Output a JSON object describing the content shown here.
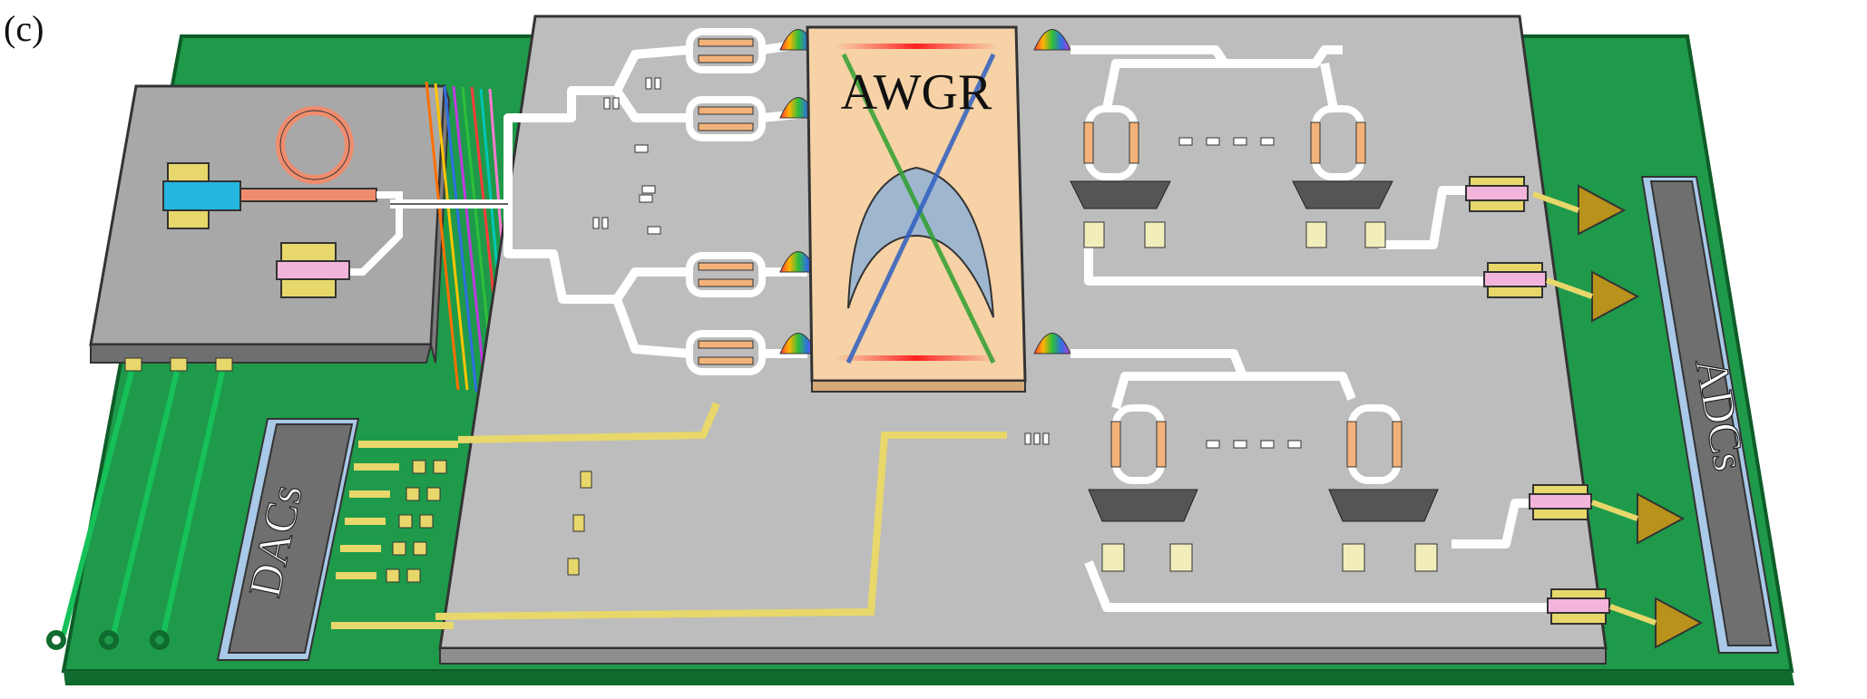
{
  "figure": {
    "panel_label": "(c)",
    "awgr_label": "AWGR",
    "dacs_label": "DACs",
    "adcs_label": "ADCs"
  },
  "colors": {
    "pcb": "#1e9a4a",
    "pcb_edge": "#0f6b2e",
    "chip_top": "#bdbdbd",
    "chip_side": "#8e8e8e",
    "waveguide": "#ffffff",
    "awgr_body": "#f6d2a6",
    "gold": "#e8d76a",
    "ring": "#ef8c6e",
    "dac_body": "#8a8a8a",
    "dac_edge": "#a9c9e8",
    "amp": "#b8921a"
  }
}
